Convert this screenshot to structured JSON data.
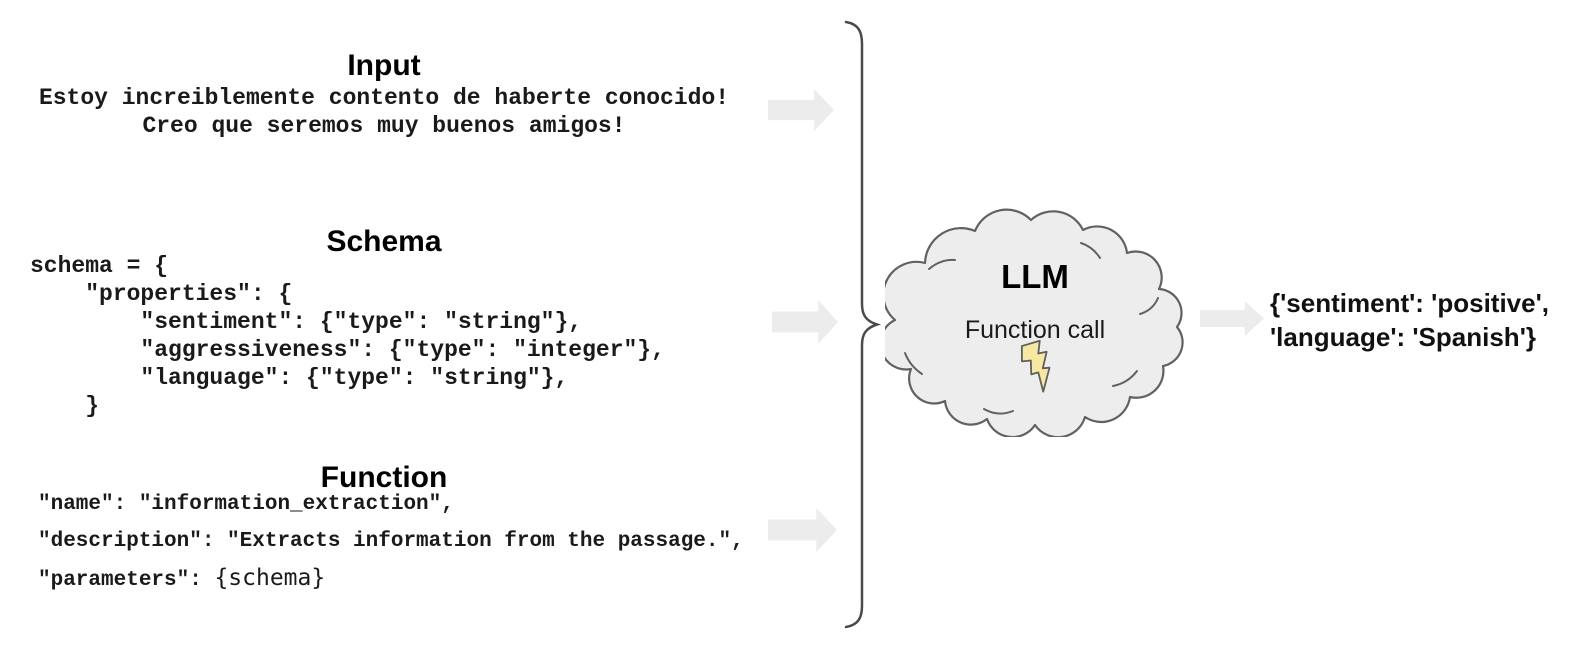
{
  "diagram": {
    "input": {
      "title": "Input",
      "lines": [
        "Estoy increiblemente contento de haberte conocido!",
        "Creo que seremos muy buenos amigos!"
      ]
    },
    "schema": {
      "title": "Schema",
      "code": [
        "schema = {",
        "    \"properties\": {",
        "        \"sentiment\": {\"type\": \"string\"},",
        "        \"aggressiveness\": {\"type\": \"integer\"},",
        "        \"language\": {\"type\": \"string\"},",
        "    }"
      ]
    },
    "function": {
      "title": "Function",
      "code": [
        "\"name\": \"information_extraction\",",
        "\"description\": \"Extracts information from the passage.\","
      ],
      "parameters_prefix": "\"parameters\": ",
      "parameters_schema": "{schema}"
    },
    "llm": {
      "title": "LLM",
      "subtitle": "Function call",
      "icon": "lightning-bolt"
    },
    "output": {
      "lines": [
        "{'sentiment': 'positive',",
        "'language': 'Spanish'}"
      ]
    },
    "colors": {
      "background": "#ffffff",
      "text": "#1a1a1a",
      "arrow_fill": "#ececec",
      "cloud_fill": "#ededed",
      "cloud_stroke": "#616161",
      "bolt_fill": "#f6e8a2",
      "bolt_stroke": "#5f5f5f",
      "brace_stroke": "#4a4a4a"
    }
  }
}
